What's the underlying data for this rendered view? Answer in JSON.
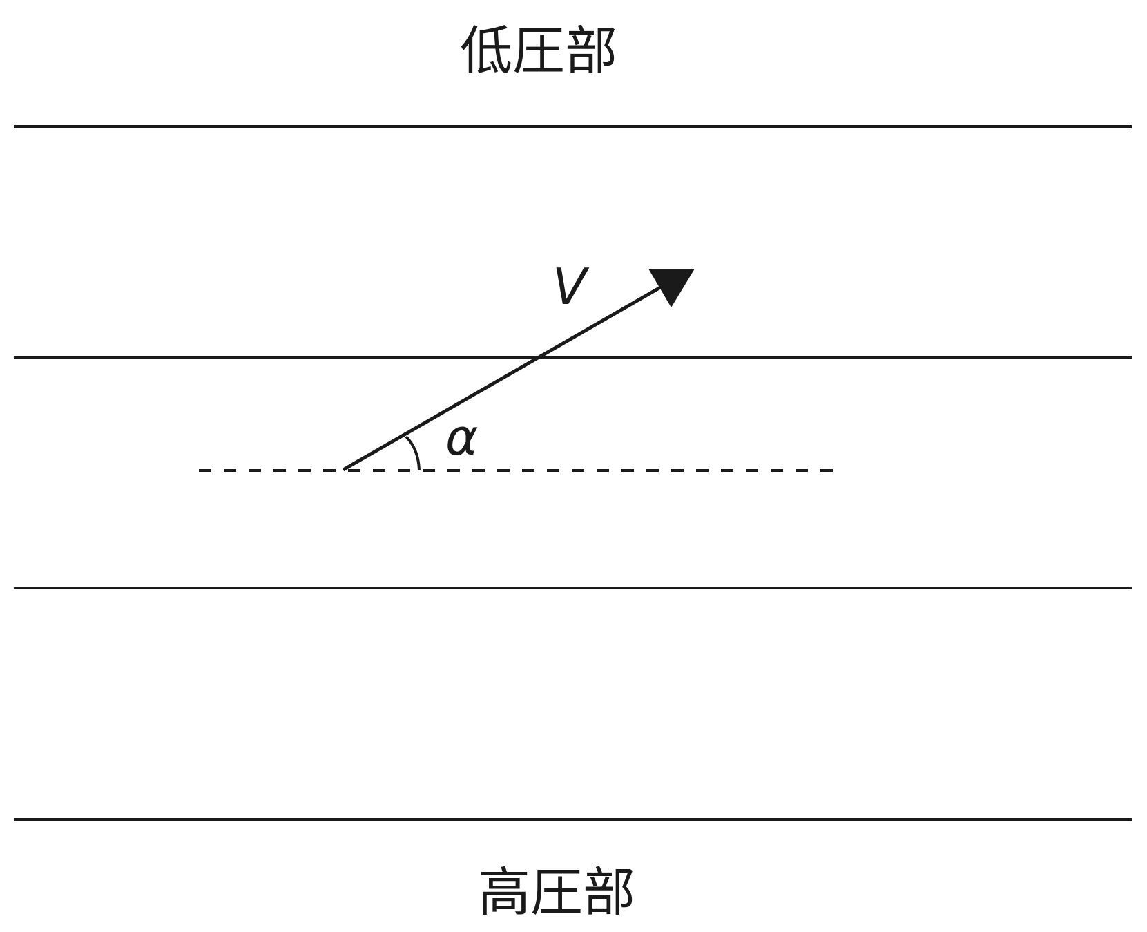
{
  "labels": {
    "top": "低圧部",
    "bottom": "高圧部",
    "velocity": "V",
    "angle": "α"
  },
  "colors": {
    "ink": "#1a1a1a",
    "background": "#ffffff"
  }
}
